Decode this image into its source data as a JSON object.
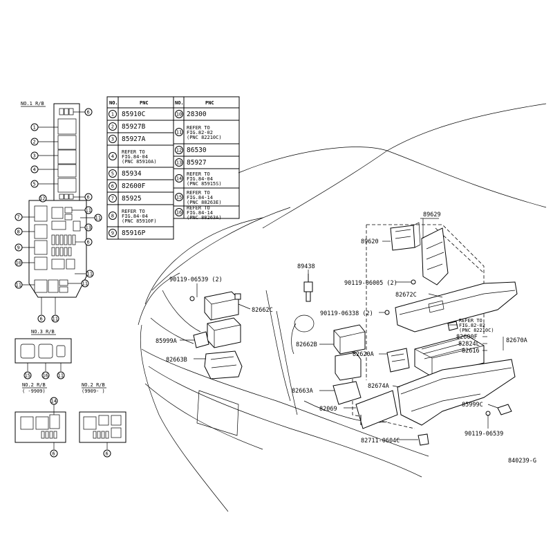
{
  "figure_id": "840239-G",
  "relay_blocks": {
    "no1": {
      "title": "NO.1 R/B"
    },
    "no3": {
      "title": "NO.3 R/B"
    },
    "no2a": {
      "title": "NO.2 R/B",
      "subtitle": "( -9909)"
    },
    "no2b": {
      "title": "NO.2 R/B",
      "subtitle": "(9909- )"
    }
  },
  "table": {
    "headers": {
      "no": "NO.",
      "pnc": "PNC"
    },
    "left": [
      {
        "no": "1",
        "lines": [
          "85910C"
        ]
      },
      {
        "no": "2",
        "lines": [
          "85927B"
        ]
      },
      {
        "no": "3",
        "lines": [
          "85927A"
        ]
      },
      {
        "no": "4",
        "lines": [
          "REFER TO",
          "FIG.84-04",
          "(PNC 85910A)"
        ]
      },
      {
        "no": "5",
        "lines": [
          "85934"
        ]
      },
      {
        "no": "6",
        "lines": [
          "82600F"
        ]
      },
      {
        "no": "7",
        "lines": [
          "85925"
        ]
      },
      {
        "no": "8",
        "lines": [
          "REFER TO",
          "FIG.84-04",
          "(PNC 85910F)"
        ]
      },
      {
        "no": "9",
        "lines": [
          "85916P"
        ]
      }
    ],
    "right": [
      {
        "no": "10",
        "lines": [
          "28300"
        ]
      },
      {
        "no": "11",
        "lines": [
          "REFER TO",
          "FIG.82-02",
          "(PNC 82210C)"
        ]
      },
      {
        "no": "12",
        "lines": [
          "86530"
        ]
      },
      {
        "no": "13",
        "lines": [
          "85927"
        ]
      },
      {
        "no": "14",
        "lines": [
          "REFER TO",
          "FIG.84-04",
          "(PNC 85915S)"
        ]
      },
      {
        "no": "15",
        "lines": [
          "REFER TO",
          "FIG.84-14",
          "(PNC 88263E)"
        ]
      },
      {
        "no": "16",
        "lines": [
          "REFER TO",
          "FIG.84-14",
          "(PNC 88263A)"
        ]
      }
    ]
  },
  "callouts": {
    "c89629": "89629",
    "c89620": "89620",
    "c89438": "89438",
    "c90119_06005": "90119-06005 (2)",
    "c82672C": "82672C",
    "c90119_06539_2": "90119-06539 (2)",
    "c82662C": "82662C",
    "c90119_06338": "90119-06338 (2)",
    "c85999A": "85999A",
    "c82662B": "82662B",
    "c82663B": "82663B",
    "c82620A": "82620A",
    "c82663A": "82663A",
    "c82674A": "82674A",
    "c82069": "82069",
    "c82711_0604C": "82711-0604C",
    "c85999C": "85999C",
    "c90119_06539": "90119-06539",
    "c82600F": "82600F",
    "c82824L": "82824L",
    "c82670A": "82670A",
    "c82616": "82616",
    "refer1": "REFER TO",
    "refer2": "FIG.82-02",
    "refer3": "(PNC 82210C)"
  }
}
